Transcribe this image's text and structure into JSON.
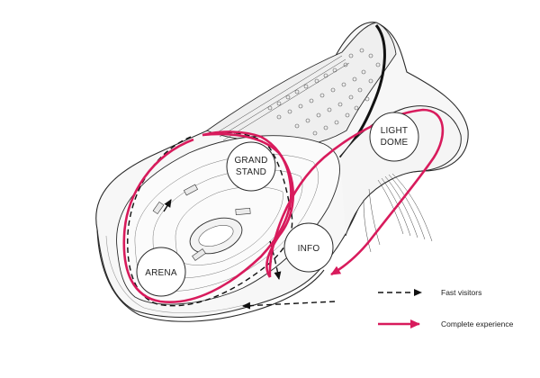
{
  "nodes": {
    "grandstand": {
      "line1": "GRAND",
      "line2": "STAND"
    },
    "lightdome": {
      "line1": "LIGHT",
      "line2": "DOME"
    },
    "info": {
      "label": "INFO"
    },
    "arena": {
      "label": "ARENA"
    }
  },
  "legend": {
    "fast": "Fast visitors",
    "complete": "Complete experience"
  },
  "colors": {
    "complete_route": "#d81b5c",
    "fast_route": "#111111",
    "line": "#2a2a2a",
    "roof": "#f0f0f0"
  }
}
